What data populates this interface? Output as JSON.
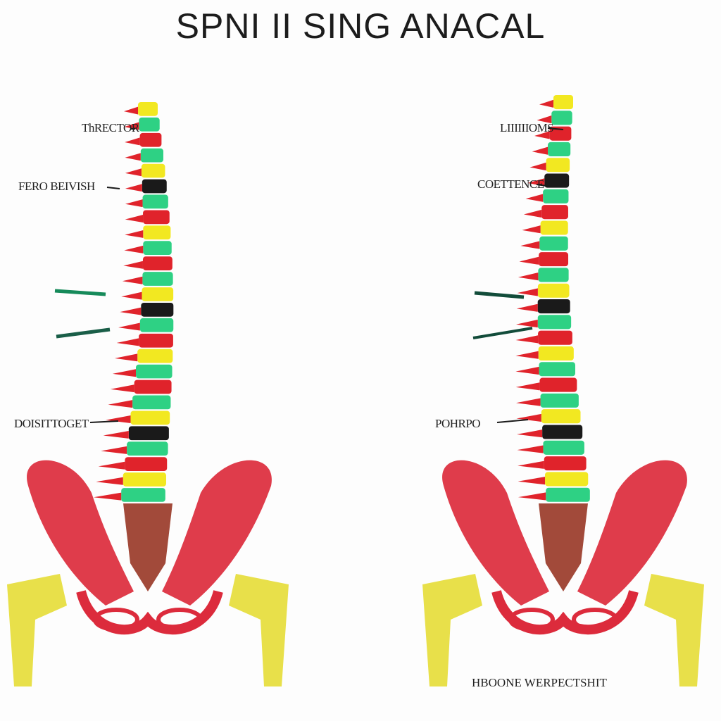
{
  "title": "SPNI II SING ANACAL",
  "left_labels": [
    "ThRECTOR",
    "FERO BEIVISH",
    "DOISITTOGET"
  ],
  "right_labels": [
    "LIIIIIIOMS",
    "COETTENCE",
    "POHRPO"
  ],
  "caption": "HBOONE WERPECTSHIT",
  "colors": {
    "vertebra_green": "#2ed184",
    "vertebra_yellow": "#f2e821",
    "vertebra_red": "#e0232b",
    "vertebra_dark": "#1a1a1a",
    "pelvis_red": "#dc2b3c",
    "femur_yellow": "#e8e04a",
    "sacrum_brown": "#a24a3a"
  }
}
